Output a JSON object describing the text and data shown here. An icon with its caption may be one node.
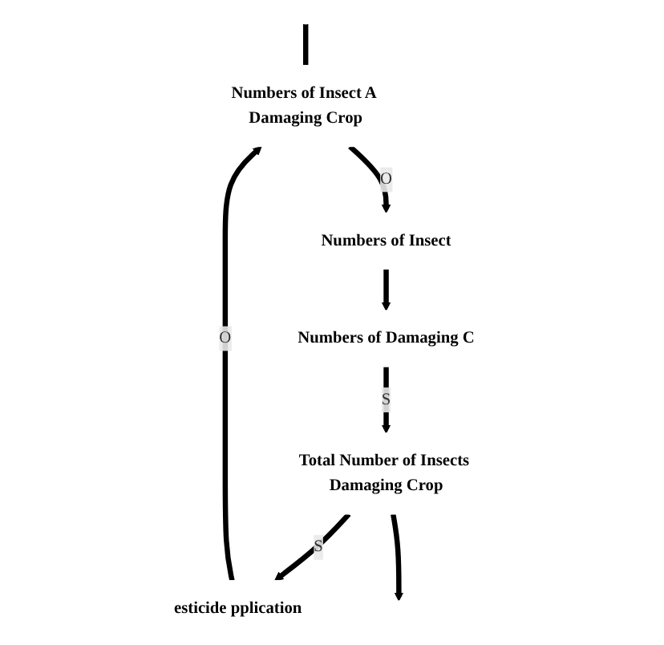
{
  "diagram": {
    "nodes": [
      {
        "text": [
          "Numbers of Insect A Damaging Crop"
        ]
      },
      {
        "text": [
          "Numbers of Insect"
        ]
      },
      {
        "text": [
          "Numbers of Damaging C"
        ]
      },
      {
        "text": [
          "Total Number of Insects Damaging Crop"
        ]
      },
      {
        "text": [
          "esticide pplication"
        ]
      }
    ],
    "edges": [
      {
        "from": 0,
        "to": 1,
        "arrow": "to",
        "label": "O"
      },
      {
        "from": 1,
        "to": 2,
        "arrow": "to"
      },
      {
        "from": 2,
        "to": 3,
        "arrow": "to",
        "label": "S"
      },
      {
        "from": 3,
        "to": 4,
        "arrow": "to",
        "label": "S"
      },
      {
        "from": 4,
        "to": 0,
        "arrow": "to",
        "label": "O"
      },
      {
        "from": null,
        "to": 0,
        "arrow": "none"
      },
      {
        "from": 3,
        "to": null,
        "arrow": "to"
      }
    ]
  }
}
